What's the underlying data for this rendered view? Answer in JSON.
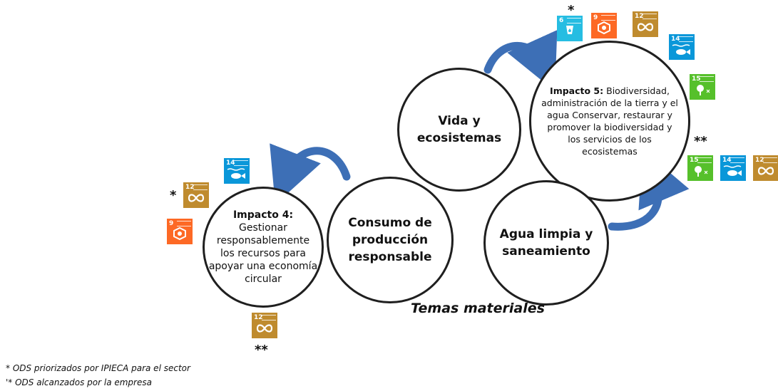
{
  "topics": {
    "vida": "Vida y ecosistemas",
    "consumo": "Consumo de producción responsable",
    "agua": "Agua limpia y saneamiento"
  },
  "impact5": {
    "title": "Impacto 5:",
    "text": " Biodiversidad, administración de la tierra y el agua Conservar, restaurar y promover la biodiversidad y los servicios de los ecosistemas"
  },
  "impact4": {
    "title": "Impacto 4:",
    "text": "Gestionar responsablemente los recursos para apoyar una economía circular"
  },
  "sdg_numbers": {
    "n6": "6",
    "n9": "9",
    "n12": "12",
    "n14": "14",
    "n15": "15"
  },
  "marks": {
    "single": "*",
    "double": "**"
  },
  "themes_label": "Temas materiales",
  "footnotes": {
    "line1": "* ODS priorizados por IPIECA para el sector",
    "line2": "'* ODS alcanzados por la empresa"
  },
  "colors": {
    "sdg6": "#26bde2",
    "sdg9": "#fd6925",
    "sdg12": "#bf8b2e",
    "sdg14": "#0a97d9",
    "sdg15": "#56c02b",
    "arrow": "#3d6fb6"
  },
  "icons": [
    "water-tap-icon",
    "industry-cube-icon",
    "infinity-icon",
    "fish-icon",
    "tree-icon"
  ]
}
